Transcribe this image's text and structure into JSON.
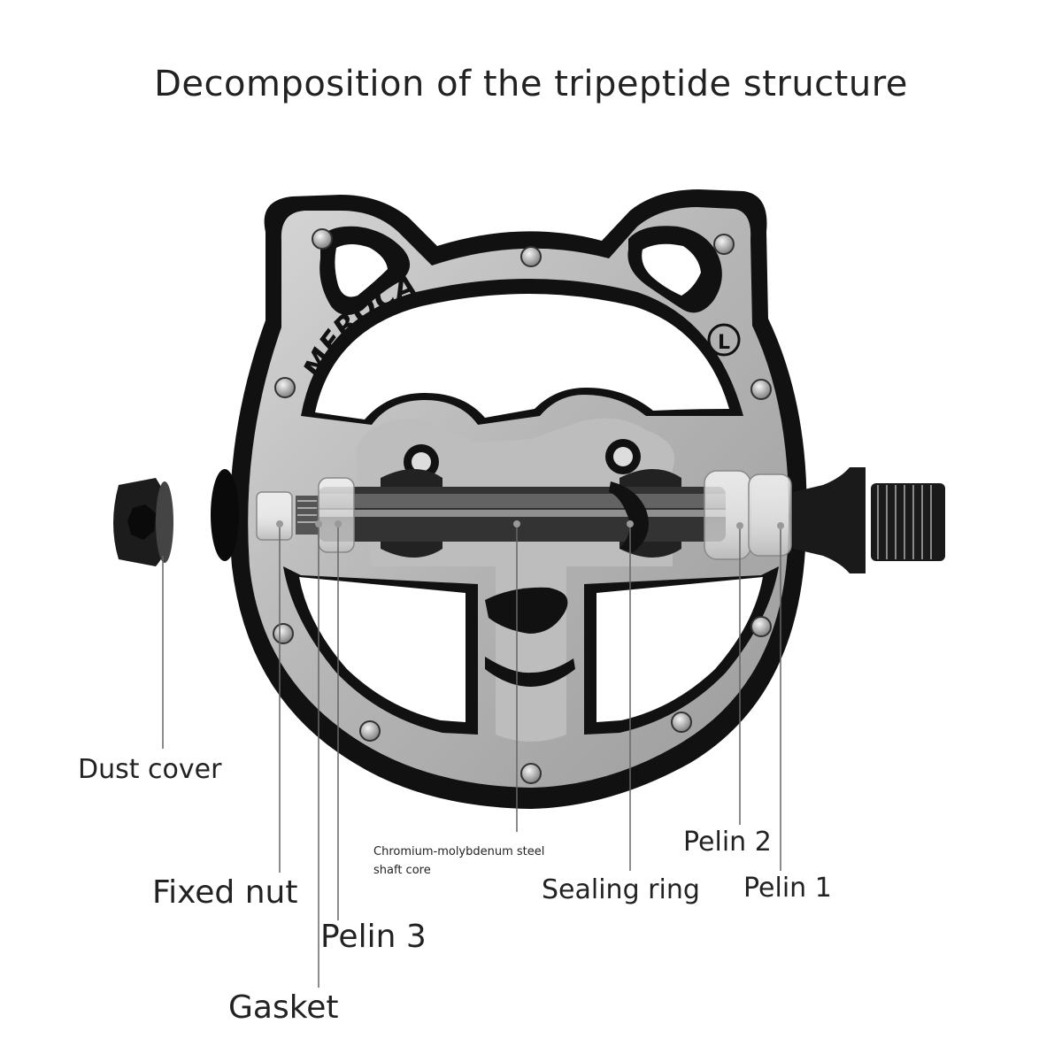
{
  "title": "Decomposition of the tripeptide structure",
  "brand": "MEROCA",
  "side_mark": "L",
  "labels": {
    "dust_cover": "Dust cover",
    "fixed_nut": "Fixed nut",
    "pelin_3": "Pelin 3",
    "gasket": "Gasket",
    "shaft_core_line1": "Chromium-molybdenum steel",
    "shaft_core_line2": "shaft core",
    "sealing_ring": "Sealing ring",
    "pelin_2": "Pelin 2",
    "pelin_1": "Pelin 1"
  },
  "colors": {
    "body_black": "#111111",
    "plate_silver": "#b9b9b9",
    "leader_line": "#666666",
    "text": "#222222"
  }
}
